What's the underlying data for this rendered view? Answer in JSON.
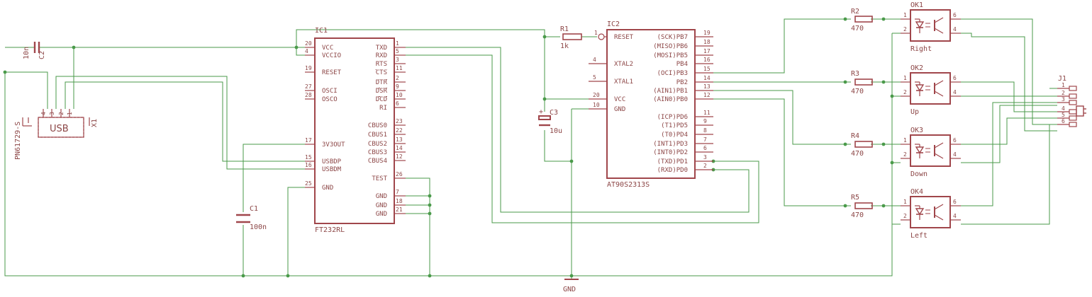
{
  "colors": {
    "wire": "#4a9a4a",
    "part": "#a0464b",
    "text": "#8c4646",
    "background": "#ffffff"
  },
  "ic1": {
    "name": "IC1",
    "value": "FT232RL",
    "left_pins": [
      {
        "num": "20",
        "label": "VCC"
      },
      {
        "num": "4",
        "label": "VCCIO"
      },
      {
        "num": "19",
        "label": "RESET"
      },
      {
        "num": "27",
        "label": "OSCI"
      },
      {
        "num": "28",
        "label": "OSCO"
      },
      {
        "num": "17",
        "label": "3V3OUT"
      },
      {
        "num": "15",
        "label": "USBDP"
      },
      {
        "num": "16",
        "label": "USBDM"
      },
      {
        "num": "25",
        "label": "GND"
      }
    ],
    "right_pins": [
      {
        "num": "1",
        "label": "TXD"
      },
      {
        "num": "5",
        "label": "RXD"
      },
      {
        "num": "3",
        "label": "RTS"
      },
      {
        "num": "11",
        "label": "CTS"
      },
      {
        "num": "2",
        "label": "DTR"
      },
      {
        "num": "9",
        "label": "DSR"
      },
      {
        "num": "10",
        "label": "DCD"
      },
      {
        "num": "6",
        "label": "RI"
      },
      {
        "num": "23",
        "label": "CBUS0"
      },
      {
        "num": "22",
        "label": "CBUS1"
      },
      {
        "num": "13",
        "label": "CBUS2"
      },
      {
        "num": "14",
        "label": "CBUS3"
      },
      {
        "num": "12",
        "label": "CBUS4"
      },
      {
        "num": "26",
        "label": "TEST"
      },
      {
        "num": "7",
        "label": "GND"
      },
      {
        "num": "18",
        "label": "GND"
      },
      {
        "num": "21",
        "label": "GND"
      }
    ]
  },
  "ic2": {
    "name": "IC2",
    "value": "AT90S2313S",
    "left_pins": [
      {
        "num": "1",
        "label": "RESET"
      },
      {
        "num": "4",
        "label": "XTAL2"
      },
      {
        "num": "5",
        "label": "XTAL1"
      },
      {
        "num": "20",
        "label": "VCC"
      },
      {
        "num": "10",
        "label": "GND"
      }
    ],
    "right_pins": [
      {
        "num": "19",
        "label": "(SCK)PB7"
      },
      {
        "num": "18",
        "label": "(MISO)PB6"
      },
      {
        "num": "17",
        "label": "(MOSI)PB5"
      },
      {
        "num": "16",
        "label": "PB4"
      },
      {
        "num": "15",
        "label": "(OCI)PB3"
      },
      {
        "num": "14",
        "label": "PB2"
      },
      {
        "num": "13",
        "label": "(AIN1)PB1"
      },
      {
        "num": "12",
        "label": "(AIN0)PB0"
      },
      {
        "num": "11",
        "label": "(ICP)PD6"
      },
      {
        "num": "9",
        "label": "(T1)PD5"
      },
      {
        "num": "8",
        "label": "(T0)PD4"
      },
      {
        "num": "7",
        "label": "(INT1)PD3"
      },
      {
        "num": "6",
        "label": "(INT0)PD2"
      },
      {
        "num": "3",
        "label": "(TXD)PD1"
      },
      {
        "num": "2",
        "label": "(RXD)PD0"
      }
    ]
  },
  "usb": {
    "name": "X1",
    "label": "USB",
    "value": "PN61729-S",
    "pins": [
      "4",
      "3",
      "2",
      "1"
    ]
  },
  "caps": [
    {
      "name": "C1",
      "value": "100n"
    },
    {
      "name": "C2",
      "value": "10n"
    },
    {
      "name": "C3",
      "value": "10u"
    }
  ],
  "resistors": [
    {
      "name": "R1",
      "value": "1k"
    },
    {
      "name": "R2",
      "value": "470"
    },
    {
      "name": "R3",
      "value": "470"
    },
    {
      "name": "R4",
      "value": "470"
    },
    {
      "name": "R5",
      "value": "470"
    }
  ],
  "optos": [
    {
      "name": "OK1",
      "label": "Right"
    },
    {
      "name": "OK2",
      "label": "Up"
    },
    {
      "name": "OK3",
      "label": "Down"
    },
    {
      "name": "OK4",
      "label": "Left"
    }
  ],
  "opto_pins": [
    "1",
    "2",
    "6",
    "4"
  ],
  "connector": {
    "name": "J1",
    "pins": [
      "1",
      "2",
      "3",
      "4",
      "5",
      "6"
    ]
  },
  "gnd_label": "GND",
  "pin_plus": "+"
}
